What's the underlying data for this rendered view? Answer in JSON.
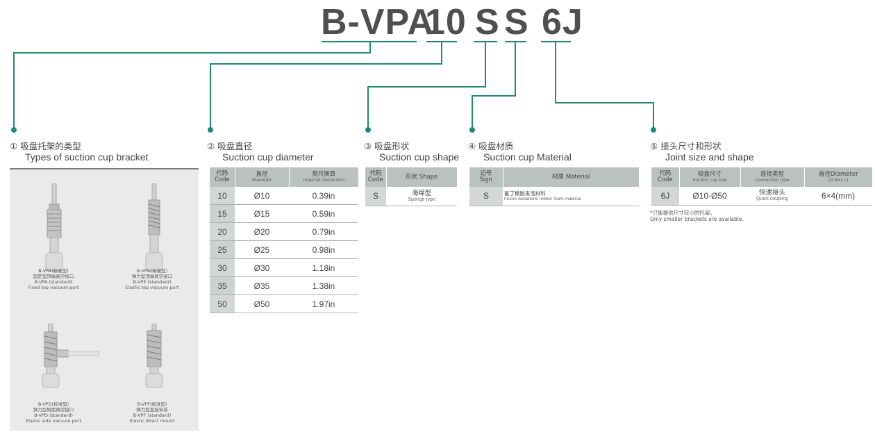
{
  "model_code": {
    "parts": [
      "B-VPA",
      "10",
      "S",
      "S",
      "6J"
    ]
  },
  "colors": {
    "connector": "#1e8a78",
    "header_bg": "#b9c2be",
    "panel_bg": "#eaeaea"
  },
  "sections": {
    "bracket": {
      "number": "①",
      "title_zh": "吸盘托架的类型",
      "title_en": "Types of suction cup bracket",
      "items": [
        {
          "zh1": "B-VPA(标准型)",
          "zh2": "固定型顶端真空接口",
          "en1": "B-VPA (standard)",
          "en2": "Fixed top vacuum port",
          "icon": "fixed-top-bracket-icon"
        },
        {
          "zh1": "B-VPG(标准型)",
          "zh2": "弹力型顶端真空接口",
          "en1": "B-VPE (standard)",
          "en2": "Elastic top vacuum port",
          "icon": "elastic-top-bracket-icon"
        },
        {
          "zh1": "B-VPD(标准型)",
          "zh2": "弹力型侧面真空接口",
          "en1": "B-VPD (standard)",
          "en2": "Elastic side vacuum port",
          "icon": "elastic-side-bracket-icon"
        },
        {
          "zh1": "B-VPF(标准型)",
          "zh2": "弹力型直接安装",
          "en1": "B-VPF (standard)",
          "en2": "Elastic direct mount",
          "icon": "elastic-direct-bracket-icon"
        }
      ]
    },
    "diameter": {
      "number": "②",
      "title_zh": "吸盘直径",
      "title_en": "Suction cup diameter",
      "headers": [
        {
          "zh": "代码",
          "en": "Code"
        },
        {
          "zh": "直径",
          "en": "Diameter"
        },
        {
          "zh": "英尺换算",
          "en": "Imperial conversion"
        }
      ],
      "rows": [
        {
          "code": "10",
          "dia": "Ø10",
          "inch": "0.39in"
        },
        {
          "code": "15",
          "dia": "Ø15",
          "inch": "0.59in"
        },
        {
          "code": "20",
          "dia": "Ø20",
          "inch": "0.79in"
        },
        {
          "code": "25",
          "dia": "Ø25",
          "inch": "0.98in"
        },
        {
          "code": "30",
          "dia": "Ø30",
          "inch": "1.18in"
        },
        {
          "code": "35",
          "dia": "Ø35",
          "inch": "1.38in"
        },
        {
          "code": "50",
          "dia": "Ø50",
          "inch": "1.97in"
        }
      ]
    },
    "shape": {
      "number": "③",
      "title_zh": "吸盘形状",
      "title_en": "Suction cup shape",
      "headers": [
        {
          "zh": "代码",
          "en": "Code"
        },
        {
          "zh": "形状 Shape",
          "en": ""
        }
      ],
      "rows": [
        {
          "code": "S",
          "zh": "海绵型",
          "en": "Sponge type"
        }
      ]
    },
    "material": {
      "number": "④",
      "title_zh": "吸盘材质",
      "title_en": "Suction cup Material",
      "headers": [
        {
          "zh": "记号",
          "en": "Sign"
        },
        {
          "zh": "材质 Material",
          "en": ""
        }
      ],
      "rows": [
        {
          "code": "S",
          "zh": "氟丁橡胶发泡材料",
          "en": "Fluoro butadiene rubber foam material"
        }
      ]
    },
    "joint": {
      "number": "⑤",
      "title_zh": "接头尺寸和形状",
      "title_en": "Joint size and shape",
      "headers": [
        {
          "zh": "代码",
          "en": "Code"
        },
        {
          "zh": "吸盘尺寸",
          "en": "Suction cup size"
        },
        {
          "zh": "连接类型",
          "en": "Connection type"
        },
        {
          "zh": "直径Diameter",
          "en": "(D.d×L.L)"
        }
      ],
      "rows": [
        {
          "code": "6J",
          "size": "Ø10-Ø50",
          "conn_zh": "快速接头",
          "conn_en": "Quick coupling",
          "dia": "6×4(mm)"
        }
      ],
      "note_zh": "*只能提供尺寸较小的托架。",
      "note_en": "Only smaller brackets are available."
    }
  }
}
